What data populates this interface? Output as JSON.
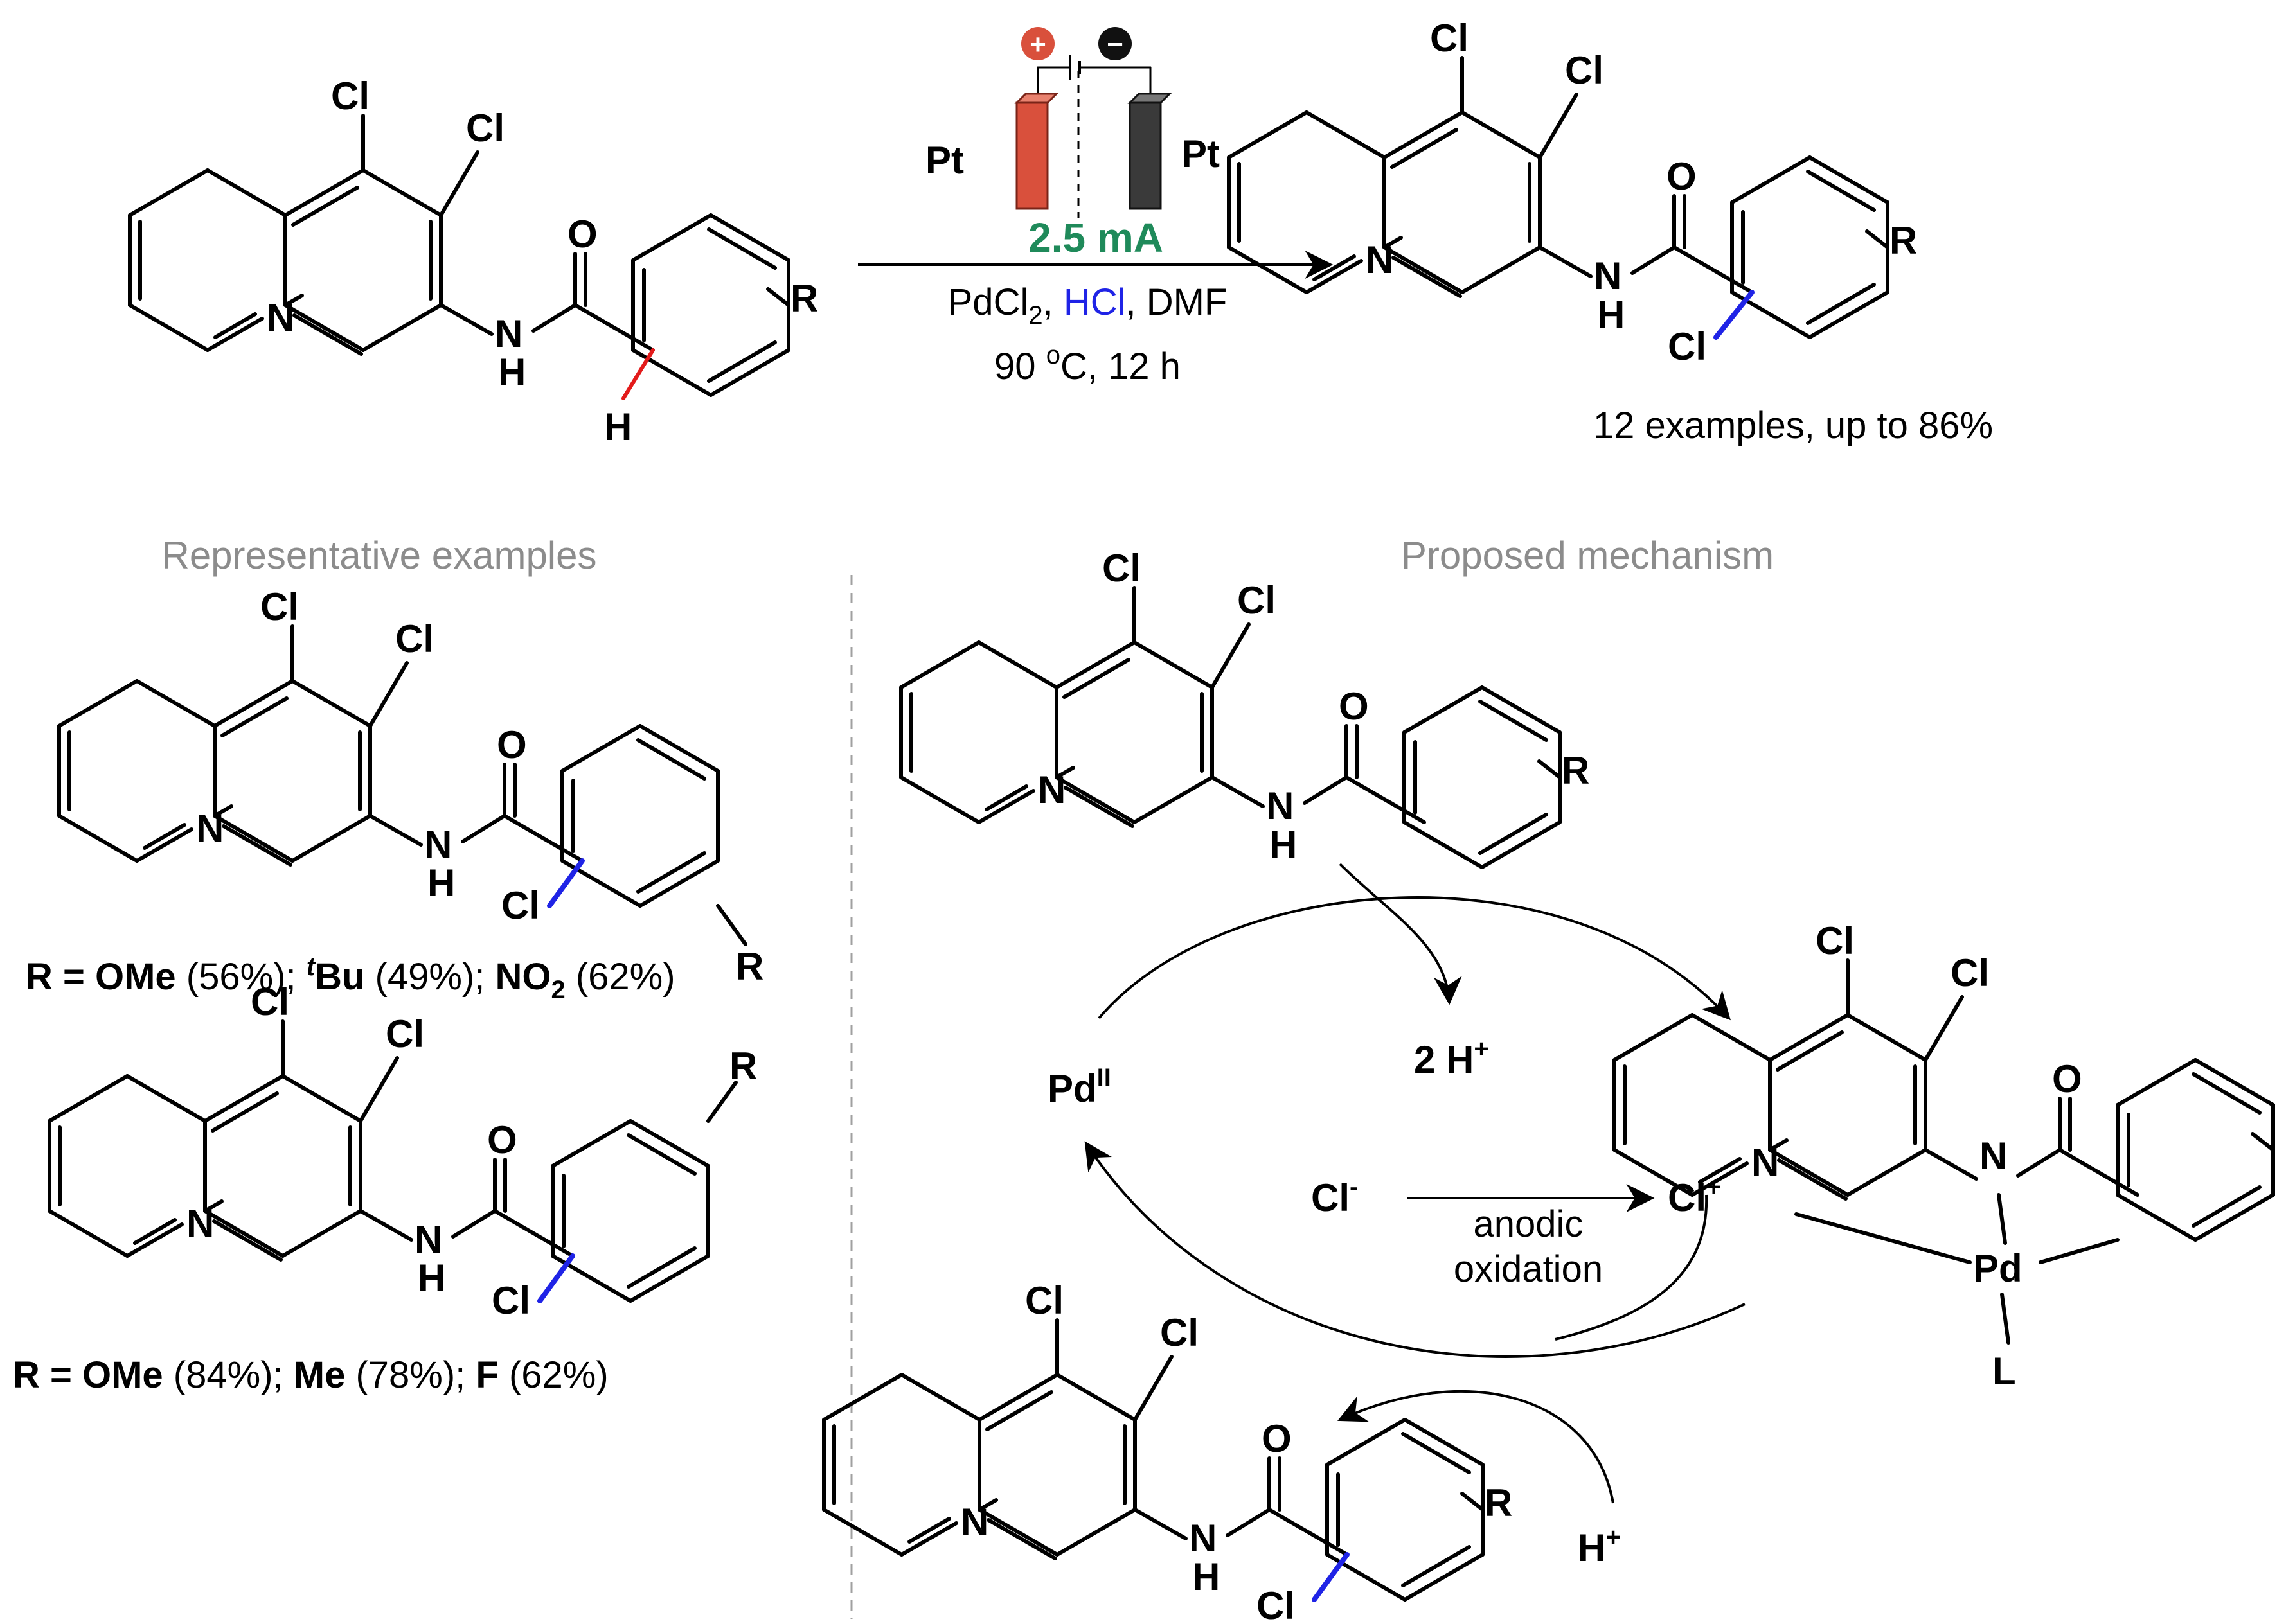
{
  "colors": {
    "blue": "#1f23e6",
    "red": "#e31b1b",
    "green": "#1f8a5a",
    "anode": "#d9503c",
    "cathode": "#3a3a3a",
    "grey": "#8c8c8c"
  },
  "atoms": {
    "cl": "Cl",
    "o": "O",
    "n": "N",
    "h": "H",
    "r": "R",
    "pd": "Pd",
    "l": "L"
  },
  "reaction": {
    "electrode_left": "Pt",
    "electrode_right": "Pt",
    "anode_sign": "+",
    "cathode_sign": "−",
    "current": "2.5 mA",
    "reagent_pdcl": "PdCl",
    "reagent_pdcl_sub": "2",
    "reagent_sep1": ", ",
    "reagent_hcl": "HCl",
    "reagent_dmf": ", DMF",
    "temp_value": "90 ",
    "temp_deg": "o",
    "temp_rest": "C, 12 h",
    "summary": "12 examples, up to 86%"
  },
  "examples": {
    "heading": "Representative examples",
    "ex1": {
      "r_eq": "R = ",
      "s1": "OMe",
      "y1": " (56%); ",
      "s2_sup": "t",
      "s2": "Bu",
      "y2": " (49%); ",
      "s3": "NO",
      "s3_sub": "2",
      "y3": " (62%)"
    },
    "ex2": {
      "r_eq": "R = ",
      "s1": "OMe",
      "y1": " (84%); ",
      "s2": "Me",
      "y2": " (78%); ",
      "s3": "F",
      "y3": " (62%)"
    }
  },
  "mechanism": {
    "heading": "Proposed mechanism",
    "two_h": "2 H",
    "plus": "+",
    "pd_label": "Pd",
    "pd_ox": "II",
    "cl_minus": "Cl",
    "minus": "-",
    "cl_plus": "Cl",
    "arrow_top": "anodic",
    "arrow_bottom": "oxidation",
    "h_plus": "H"
  }
}
